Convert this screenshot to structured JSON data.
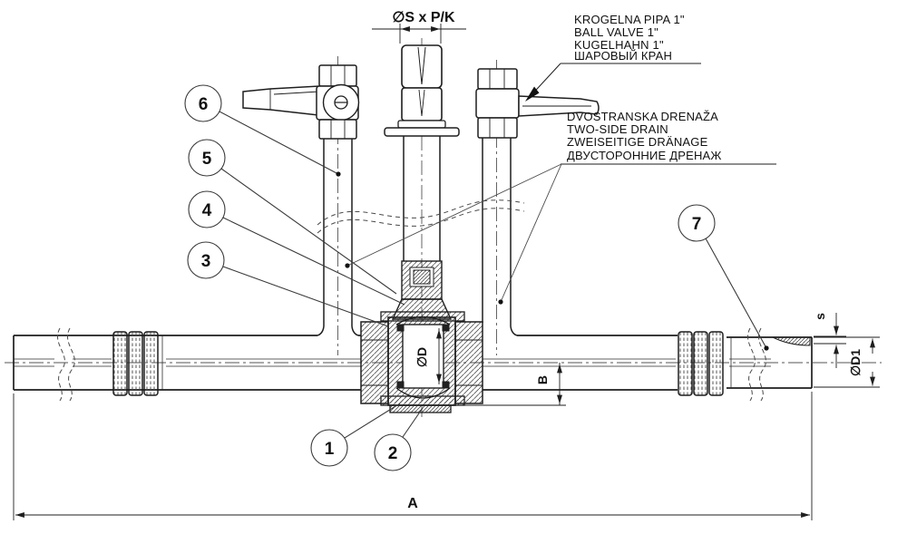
{
  "labels": {
    "ball_valve": {
      "l1": "KROGELNA PIPA 1\"",
      "l2": "BALL VALVE 1\"",
      "l3": "KUGELHAHN 1\"",
      "l4": "ШАРОВЫЙ КРАН"
    },
    "drain": {
      "l1": "DVOSTRANSKA DRENAŽA",
      "l2": "TWO-SIDE DRAIN",
      "l3": "ZWEISEITIGE DRÄNAGE",
      "l4": "ДВУСТОРОННИЕ ДРЕНАЖ"
    }
  },
  "dimensions": {
    "thread": "∅S x P/K",
    "overall_length": "A",
    "drain_depth": "B",
    "bore": "∅D",
    "pipe_diameter": "∅D1",
    "wall_thickness": "s"
  },
  "callouts": {
    "c1": "1",
    "c2": "2",
    "c3": "3",
    "c4": "4",
    "c5": "5",
    "c6": "6",
    "c7": "7"
  },
  "colors": {
    "line": "#1e1e1e",
    "background": "#ffffff"
  }
}
